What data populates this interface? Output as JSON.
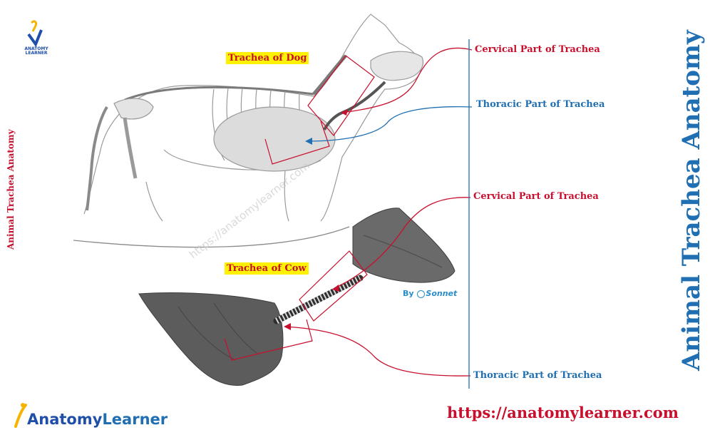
{
  "labels": {
    "dog_title": "Trachea of Dog",
    "cow_title": "Trachea of Cow",
    "dog_cervical": "Cervical Part of Trachea",
    "dog_thoracic": "Thoracic Part of Trachea",
    "cow_cervical": "Cervical Part of Trachea",
    "cow_thoracic": "Thoracic Part of Trachea"
  },
  "side_left": "Animal Trachea Anatomy",
  "side_right": "Animal Trachea Anatomy",
  "url": "https://anatomylearner.com",
  "watermark": "https://anatomylearner.com",
  "by": {
    "prefix": "By",
    "name": "Sonnet"
  },
  "brand": {
    "part1": "Anatomy",
    "part2": "Learner"
  },
  "small_logo": {
    "line1": "ANATOMY",
    "line2": "LEARNER"
  },
  "colors": {
    "red": "#c8102e",
    "blue": "#1f6fb2",
    "highlight": "#fff200"
  }
}
